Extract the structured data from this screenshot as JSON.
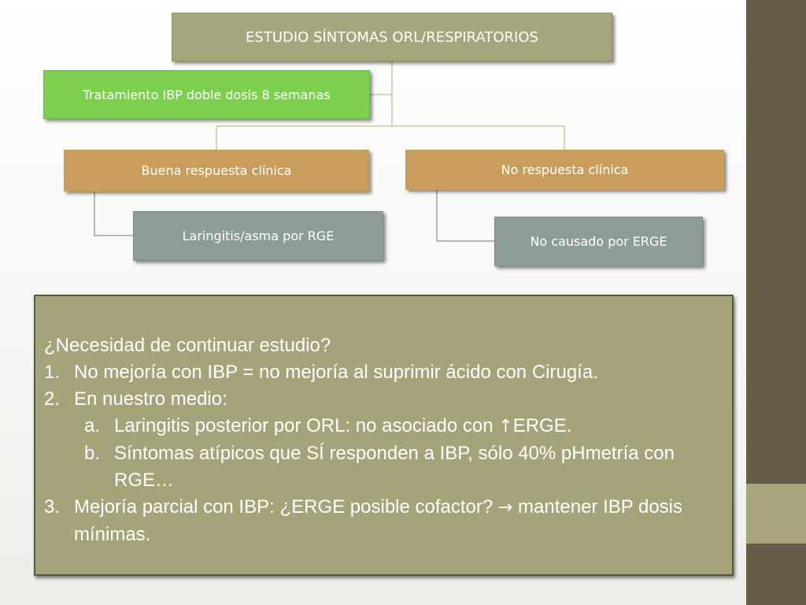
{
  "diagram": {
    "root": "ESTUDIO SÍNTOMAS ORL/RESPIRATORIOS",
    "treatment": "Tratamiento IBP doble dosis 8 semanas",
    "good_response": "Buena respuesta clínica",
    "no_response": "No respuesta clínica",
    "good_result": "Laringitis/asma por RGE",
    "no_result": "No causado por ERGE"
  },
  "panel": {
    "question": "¿Necesidad de continuar estudio?",
    "item1_num": "1.",
    "item1": "No mejoría con IBP = no mejoría al suprimir ácido con Cirugía.",
    "item2_num": "2.",
    "item2": "En nuestro medio:",
    "item2a_num": "a.",
    "item2a_before": "Laringitis posterior por ORL: no asociado con ",
    "item2a_after": "ERGE.",
    "item2b_num": "b.",
    "item2b": "Síntomas atípicos que SÍ responden a IBP, sólo 40% pHmetría con RGE…",
    "item3_num": "3.",
    "item3_before": "Mejoría parcial con IBP: ¿ERGE posible cofactor? ",
    "item3_after": " mantener IBP dosis mínimas."
  },
  "colors": {
    "sidebar": "#675c47",
    "sidebar_accent": "#a8a57c",
    "root_box": "#a5a67b",
    "treatment_box": "#7dcf52",
    "response_box": "#c99e5d",
    "result_box": "#8d9c95",
    "panel": "#a5a37a",
    "connector": "#c8c79c"
  },
  "icons": {
    "up_arrow": "up-arrow-icon",
    "right_arrow": "right-arrow-icon"
  }
}
